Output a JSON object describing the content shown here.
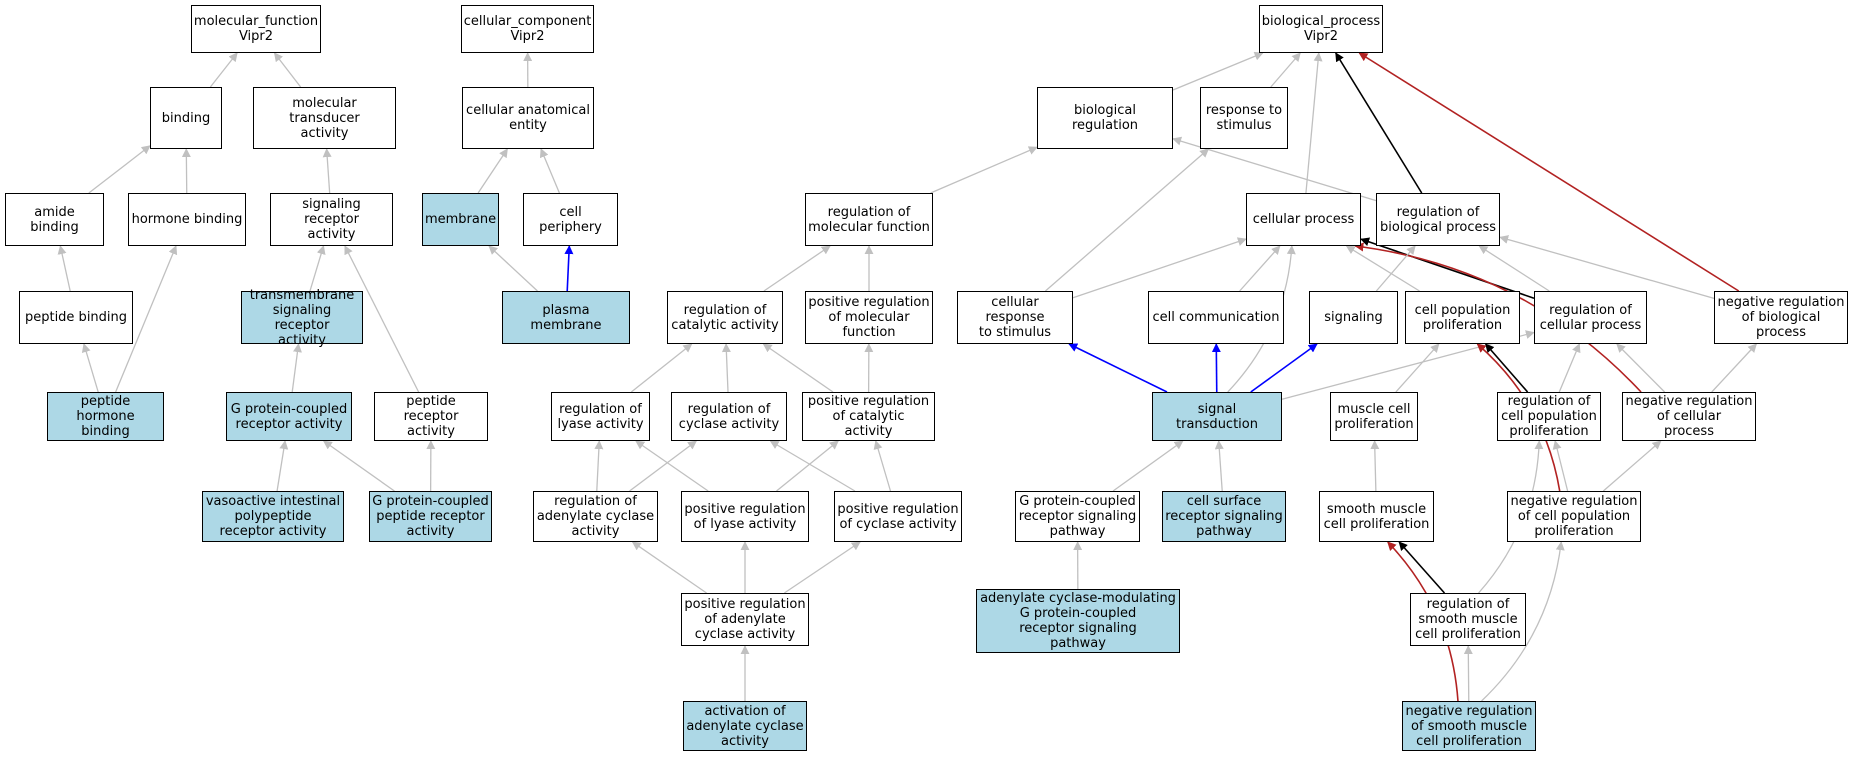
{
  "colors": {
    "gray": "#c0c0c0",
    "blue": "#0000ff",
    "black": "#000000",
    "red": "#b22222",
    "highlight": "#add8e6"
  },
  "nodes": [
    {
      "id": "mf",
      "label": "molecular_function\nVipr2",
      "hl": false
    },
    {
      "id": "cc",
      "label": "cellular_component\nVipr2",
      "hl": false
    },
    {
      "id": "bp",
      "label": "biological_process\nVipr2",
      "hl": false
    },
    {
      "id": "binding",
      "label": "binding",
      "hl": false
    },
    {
      "id": "mta",
      "label": "molecular transducer\nactivity",
      "hl": false
    },
    {
      "id": "cae",
      "label": "cellular anatomical\nentity",
      "hl": false
    },
    {
      "id": "breg",
      "label": "biological regulation",
      "hl": false
    },
    {
      "id": "rts",
      "label": "response to\nstimulus",
      "hl": false
    },
    {
      "id": "amide",
      "label": "amide binding",
      "hl": false
    },
    {
      "id": "hormone",
      "label": "hormone binding",
      "hl": false
    },
    {
      "id": "sra",
      "label": "signaling receptor\nactivity",
      "hl": false
    },
    {
      "id": "membrane",
      "label": "membrane",
      "hl": true
    },
    {
      "id": "periph",
      "label": "cell periphery",
      "hl": false
    },
    {
      "id": "rmf",
      "label": "regulation of\nmolecular function",
      "hl": false
    },
    {
      "id": "cp",
      "label": "cellular process",
      "hl": false
    },
    {
      "id": "rbp",
      "label": "regulation of\nbiological process",
      "hl": false
    },
    {
      "id": "pepb",
      "label": "peptide binding",
      "hl": false
    },
    {
      "id": "tsra",
      "label": "transmembrane\nsignaling receptor\nactivity",
      "hl": true
    },
    {
      "id": "pm",
      "label": "plasma membrane",
      "hl": true
    },
    {
      "id": "rca",
      "label": "regulation of\ncatalytic activity",
      "hl": false
    },
    {
      "id": "prmf",
      "label": "positive regulation\nof molecular\nfunction",
      "hl": false
    },
    {
      "id": "crs",
      "label": "cellular response\nto stimulus",
      "hl": false
    },
    {
      "id": "cc2",
      "label": "cell communication",
      "hl": false
    },
    {
      "id": "signaling",
      "label": "signaling",
      "hl": false
    },
    {
      "id": "cpp",
      "label": "cell population\nproliferation",
      "hl": false
    },
    {
      "id": "rcp",
      "label": "regulation of\ncellular process",
      "hl": false
    },
    {
      "id": "nrbp",
      "label": "negative regulation\nof biological\nprocess",
      "hl": false
    },
    {
      "id": "phb",
      "label": "peptide hormone\nbinding",
      "hl": true
    },
    {
      "id": "gpcr",
      "label": "G protein-coupled\nreceptor activity",
      "hl": true
    },
    {
      "id": "pra",
      "label": "peptide receptor\nactivity",
      "hl": false
    },
    {
      "id": "rla",
      "label": "regulation of\nlyase activity",
      "hl": false
    },
    {
      "id": "rcya",
      "label": "regulation of\ncyclase activity",
      "hl": false
    },
    {
      "id": "prca",
      "label": "positive regulation\nof catalytic\nactivity",
      "hl": false
    },
    {
      "id": "st",
      "label": "signal transduction",
      "hl": true
    },
    {
      "id": "mcp",
      "label": "muscle cell\nproliferation",
      "hl": false
    },
    {
      "id": "rcpp",
      "label": "regulation of\ncell population\nproliferation",
      "hl": false
    },
    {
      "id": "nrcp",
      "label": "negative regulation\nof cellular\nprocess",
      "hl": false
    },
    {
      "id": "vip",
      "label": "vasoactive intestinal\npolypeptide\nreceptor activity",
      "hl": true
    },
    {
      "id": "gpprа",
      "label": "G protein-coupled\npeptide receptor\nactivity",
      "hl": true
    },
    {
      "id": "raca",
      "label": "regulation of\nadenylate cyclase\nactivity",
      "hl": false
    },
    {
      "id": "prla",
      "label": "positive regulation\nof lyase activity",
      "hl": false
    },
    {
      "id": "prcya",
      "label": "positive regulation\nof cyclase activity",
      "hl": false
    },
    {
      "id": "gpsp",
      "label": "G protein-coupled\nreceptor signaling\npathway",
      "hl": false
    },
    {
      "id": "csrsp",
      "label": "cell surface\nreceptor signaling\npathway",
      "hl": true
    },
    {
      "id": "smcp",
      "label": "smooth muscle\ncell proliferation",
      "hl": false
    },
    {
      "id": "nrcpp",
      "label": "negative regulation\nof cell population\nproliferation",
      "hl": false
    },
    {
      "id": "praca",
      "label": "positive regulation\nof adenylate\ncyclase activity",
      "hl": false
    },
    {
      "id": "acm",
      "label": "adenylate cyclase-modulating\nG protein-coupled\nreceptor signaling\npathway",
      "hl": true
    },
    {
      "id": "rsmcp",
      "label": "regulation of\nsmooth muscle\ncell proliferation",
      "hl": false
    },
    {
      "id": "aaca",
      "label": "activation of\nadenylate cyclase\nactivity",
      "hl": true
    },
    {
      "id": "nrsmcp",
      "label": "negative regulation\nof smooth muscle\ncell proliferation",
      "hl": true
    }
  ],
  "edges": [
    {
      "from": "binding",
      "to": "mf",
      "color": "gray"
    },
    {
      "from": "mta",
      "to": "mf",
      "color": "gray"
    },
    {
      "from": "amide",
      "to": "binding",
      "color": "gray"
    },
    {
      "from": "hormone",
      "to": "binding",
      "color": "gray"
    },
    {
      "from": "sra",
      "to": "mta",
      "color": "gray"
    },
    {
      "from": "pepb",
      "to": "amide",
      "color": "gray"
    },
    {
      "from": "phb",
      "to": "pepb",
      "color": "gray"
    },
    {
      "from": "phb",
      "to": "hormone",
      "color": "gray"
    },
    {
      "from": "tsra",
      "to": "sra",
      "color": "gray"
    },
    {
      "from": "gpcr",
      "to": "tsra",
      "color": "gray"
    },
    {
      "from": "pra",
      "to": "sra",
      "color": "gray"
    },
    {
      "from": "vip",
      "to": "gpcr",
      "color": "gray"
    },
    {
      "from": "gpprа",
      "to": "gpcr",
      "color": "gray"
    },
    {
      "from": "gpprа",
      "to": "pra",
      "color": "gray"
    },
    {
      "from": "cae",
      "to": "cc",
      "color": "gray"
    },
    {
      "from": "membrane",
      "to": "cae",
      "color": "gray"
    },
    {
      "from": "periph",
      "to": "cae",
      "color": "gray"
    },
    {
      "from": "pm",
      "to": "membrane",
      "color": "gray"
    },
    {
      "from": "pm",
      "to": "periph",
      "color": "blue"
    },
    {
      "from": "breg",
      "to": "bp",
      "color": "gray"
    },
    {
      "from": "rts",
      "to": "bp",
      "color": "gray"
    },
    {
      "from": "cp",
      "to": "bp",
      "color": "gray"
    },
    {
      "from": "rbp",
      "to": "bp",
      "color": "black"
    },
    {
      "from": "nrbp",
      "to": "bp",
      "color": "red"
    },
    {
      "from": "rmf",
      "to": "breg",
      "color": "gray"
    },
    {
      "from": "rbp",
      "to": "breg",
      "color": "gray"
    },
    {
      "from": "crs",
      "to": "rts",
      "color": "gray"
    },
    {
      "from": "crs",
      "to": "cp",
      "color": "gray"
    },
    {
      "from": "cc2",
      "to": "cp",
      "color": "gray"
    },
    {
      "from": "cpp",
      "to": "cp",
      "color": "gray"
    },
    {
      "from": "rcp",
      "to": "cp",
      "color": "black"
    },
    {
      "from": "nrcp",
      "to": "cp",
      "color": "red",
      "curve": 1
    },
    {
      "from": "st",
      "to": "cp",
      "color": "gray",
      "curve": 1
    },
    {
      "from": "signaling",
      "to": "rbp",
      "color": "gray"
    },
    {
      "from": "rcp",
      "to": "rbp",
      "color": "gray"
    },
    {
      "from": "nrbp",
      "to": "rbp",
      "color": "gray"
    },
    {
      "from": "rca",
      "to": "rmf",
      "color": "gray"
    },
    {
      "from": "prmf",
      "to": "rmf",
      "color": "gray"
    },
    {
      "from": "rla",
      "to": "rca",
      "color": "gray"
    },
    {
      "from": "rcya",
      "to": "rca",
      "color": "gray"
    },
    {
      "from": "prca",
      "to": "rca",
      "color": "gray"
    },
    {
      "from": "prca",
      "to": "prmf",
      "color": "gray"
    },
    {
      "from": "raca",
      "to": "rla",
      "color": "gray"
    },
    {
      "from": "raca",
      "to": "rcya",
      "color": "gray"
    },
    {
      "from": "prla",
      "to": "rla",
      "color": "gray"
    },
    {
      "from": "prla",
      "to": "prca",
      "color": "gray"
    },
    {
      "from": "prcya",
      "to": "rcya",
      "color": "gray"
    },
    {
      "from": "prcya",
      "to": "prca",
      "color": "gray"
    },
    {
      "from": "praca",
      "to": "raca",
      "color": "gray"
    },
    {
      "from": "praca",
      "to": "prla",
      "color": "gray"
    },
    {
      "from": "praca",
      "to": "prcya",
      "color": "gray"
    },
    {
      "from": "aaca",
      "to": "praca",
      "color": "gray"
    },
    {
      "from": "st",
      "to": "crs",
      "color": "blue"
    },
    {
      "from": "st",
      "to": "cc2",
      "color": "blue"
    },
    {
      "from": "st",
      "to": "signaling",
      "color": "blue"
    },
    {
      "from": "st",
      "to": "rcp",
      "color": "gray"
    },
    {
      "from": "gpsp",
      "to": "st",
      "color": "gray"
    },
    {
      "from": "csrsp",
      "to": "st",
      "color": "gray"
    },
    {
      "from": "acm",
      "to": "gpsp",
      "color": "gray"
    },
    {
      "from": "mcp",
      "to": "cpp",
      "color": "gray"
    },
    {
      "from": "rcpp",
      "to": "cpp",
      "color": "black"
    },
    {
      "from": "rcpp",
      "to": "rcp",
      "color": "gray"
    },
    {
      "from": "nrcp",
      "to": "rcp",
      "color": "gray"
    },
    {
      "from": "nrcp",
      "to": "nrbp",
      "color": "gray"
    },
    {
      "from": "smcp",
      "to": "mcp",
      "color": "gray"
    },
    {
      "from": "nrcpp",
      "to": "cpp",
      "color": "red",
      "curve": 1
    },
    {
      "from": "nrcpp",
      "to": "rcpp",
      "color": "gray"
    },
    {
      "from": "nrcpp",
      "to": "nrcp",
      "color": "gray"
    },
    {
      "from": "rsmcp",
      "to": "smcp",
      "color": "black"
    },
    {
      "from": "rsmcp",
      "to": "rcpp",
      "color": "gray",
      "curve": 1
    },
    {
      "from": "nrsmcp",
      "to": "smcp",
      "color": "red",
      "curve": 1
    },
    {
      "from": "nrsmcp",
      "to": "rsmcp",
      "color": "gray"
    },
    {
      "from": "nrsmcp",
      "to": "nrcpp",
      "color": "gray",
      "curve": 1
    }
  ]
}
